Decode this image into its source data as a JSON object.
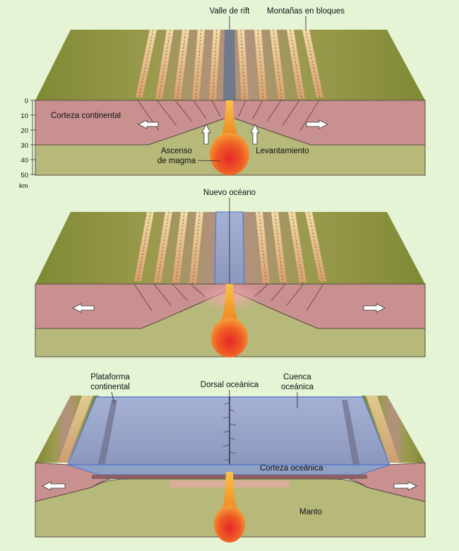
{
  "panel1": {
    "labels": {
      "rift_valley": "Valle de rift",
      "block_mountains": "Montañas en bloques",
      "continental_crust": "Corteza continental",
      "magma_rise_1": "Ascenso",
      "magma_rise_2": "de magma",
      "uplift": "Levantamiento"
    },
    "depth_axis": {
      "ticks": [
        "0",
        "10",
        "20",
        "30",
        "40",
        "50"
      ],
      "unit": "km"
    }
  },
  "panel2": {
    "labels": {
      "new_ocean": "Nuevo océano"
    }
  },
  "panel3": {
    "labels": {
      "shelf_1": "Plataforma",
      "shelf_2": "continental",
      "ridge": "Dorsal oceánica",
      "basin_1": "Cuenca",
      "basin_2": "oceánica",
      "oceanic_crust": "Corteza oceánica",
      "mantle": "Manto"
    }
  },
  "colors": {
    "background": "#e6f4d6",
    "crust": "#c99090",
    "mantle": "#b7b97a",
    "land": "#8f9a45",
    "water": "#9aa6c8",
    "magma": "#f07a20"
  }
}
